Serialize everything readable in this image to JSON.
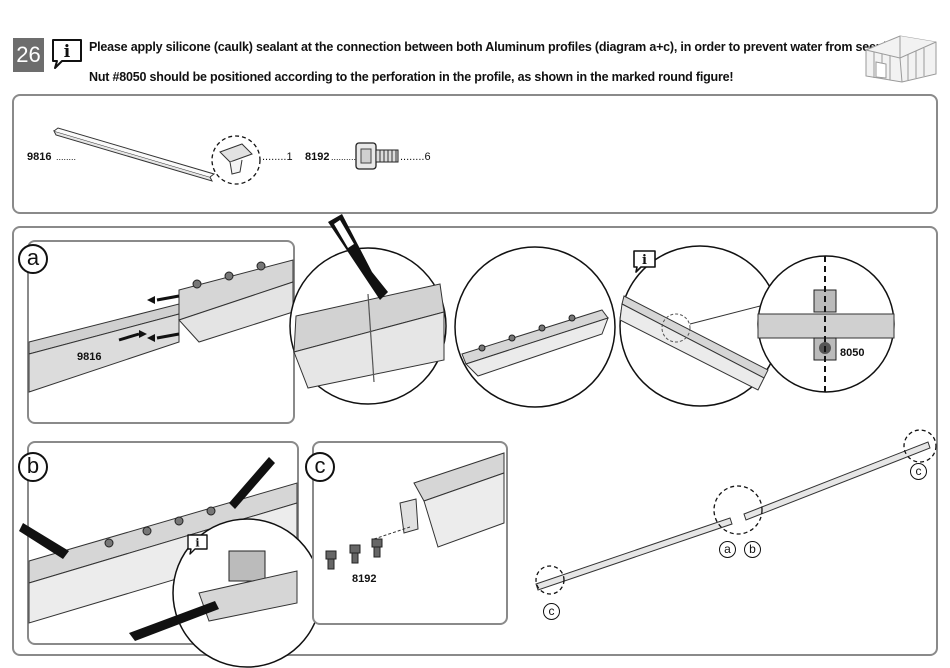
{
  "header": {
    "step_number": "26",
    "line1": "Please apply silicone (caulk) sealant at the connection between both Aluminum profiles (diagram a+c), in order to prevent water from seeping in.",
    "line2_part_number": "Nut #8050",
    "line2_rest": " should be positioned according to the perforation in the profile, as shown in the marked round figure!"
  },
  "parts": [
    {
      "code": "9816",
      "dots": "........",
      "qty_label": "........1"
    },
    {
      "code": "8192",
      "dots": "...........",
      "qty_label": "........6"
    }
  ],
  "panels": {
    "a": {
      "label": "a",
      "part_code": "9816",
      "nut_code": "8050"
    },
    "b": {
      "label": "b"
    },
    "c": {
      "label": "c",
      "part_code": "8192"
    },
    "overview": {
      "labels": [
        "a",
        "b",
        "c",
        "c"
      ]
    }
  },
  "colors": {
    "border": "#8a8a8a",
    "step_bg": "#6d6d6d",
    "profile_fill": "#d9d9d9"
  }
}
